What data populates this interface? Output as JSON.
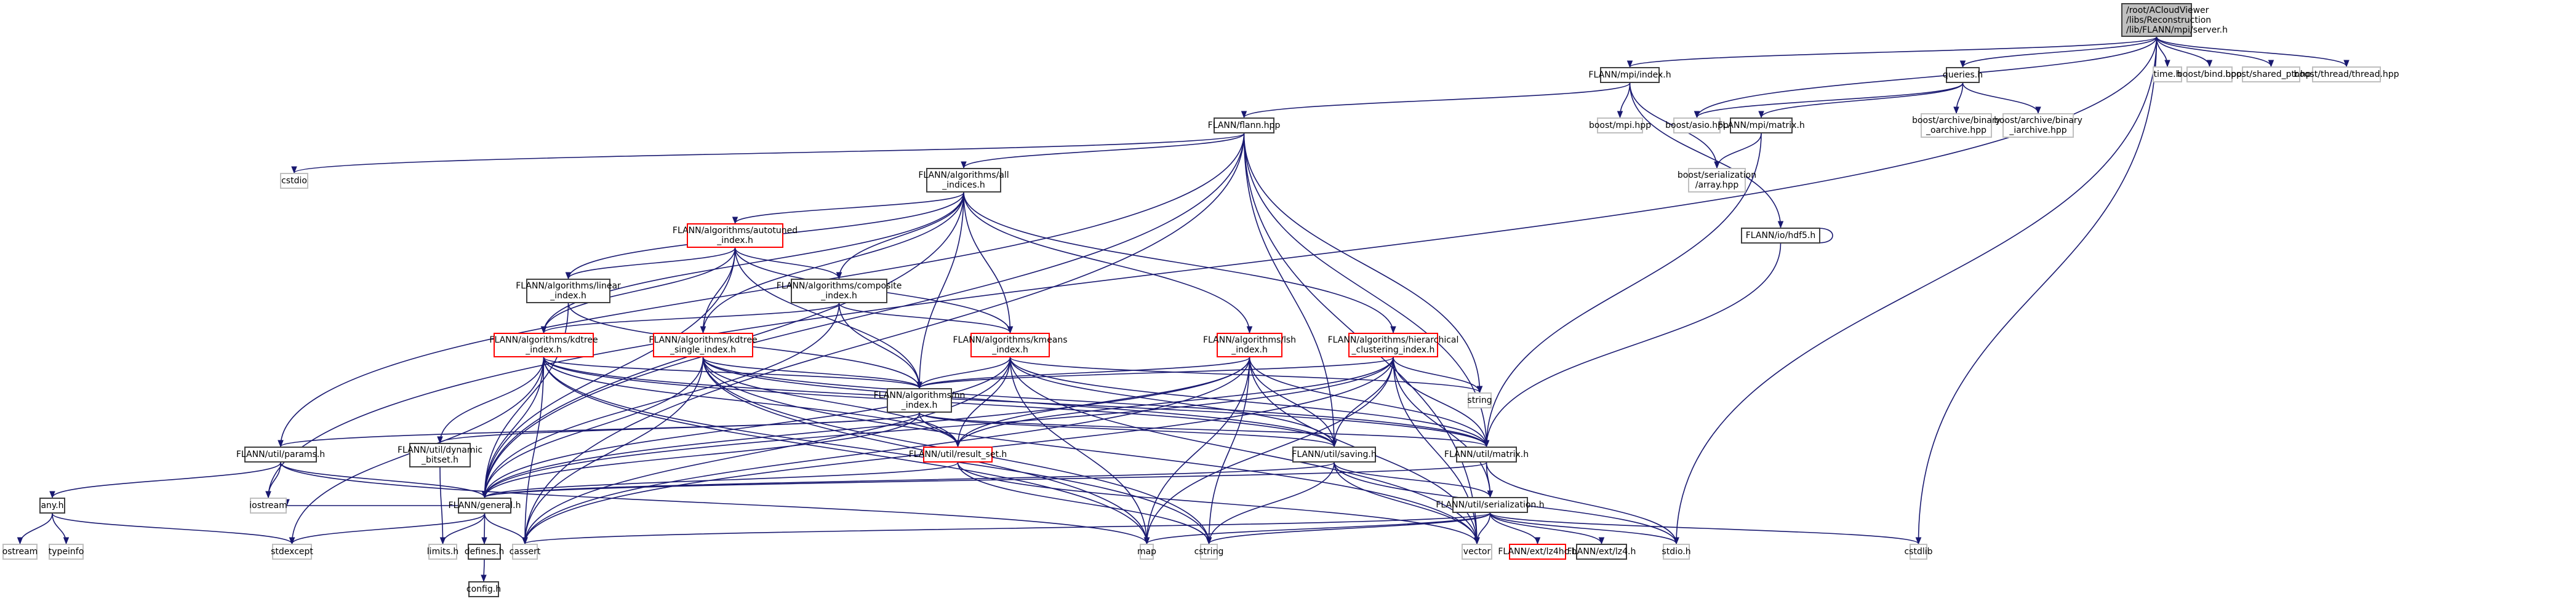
{
  "diagram": {
    "title": "Include dependency graph",
    "colors": {
      "edge": "#191970",
      "root_fill": "#bfbfbf",
      "project_border": "#404040",
      "external_border": "#bfbfbf",
      "incomplete_border": "#ff0000"
    },
    "nodes": [
      {
        "id": "root",
        "label": "/root/ACloudViewer\n/libs/Reconstruction\n/lib/FLANN/mpi/server.h",
        "kind": "root"
      },
      {
        "id": "mpi_index",
        "label": "FLANN/mpi/index.h",
        "kind": "project"
      },
      {
        "id": "queries",
        "label": "queries.h",
        "kind": "project"
      },
      {
        "id": "time_h",
        "label": "time.h",
        "kind": "external"
      },
      {
        "id": "boost_bind",
        "label": "boost/bind.hpp",
        "kind": "external"
      },
      {
        "id": "boost_shared_ptr",
        "label": "boost/shared_ptr.hpp",
        "kind": "external"
      },
      {
        "id": "boost_thread",
        "label": "boost/thread/thread.hpp",
        "kind": "external"
      },
      {
        "id": "boost_mpi",
        "label": "boost/mpi.hpp",
        "kind": "external"
      },
      {
        "id": "boost_asio",
        "label": "boost/asio.hpp",
        "kind": "external"
      },
      {
        "id": "mpi_matrix",
        "label": "FLANN/mpi/matrix.h",
        "kind": "project"
      },
      {
        "id": "boost_oarchive",
        "label": "boost/archive/binary\n_oarchive.hpp",
        "kind": "external"
      },
      {
        "id": "boost_iarchive",
        "label": "boost/archive/binary\n_iarchive.hpp",
        "kind": "external"
      },
      {
        "id": "boost_ser_array",
        "label": "boost/serialization\n/array.hpp",
        "kind": "external"
      },
      {
        "id": "flann_hpp",
        "label": "FLANN/flann.hpp",
        "kind": "project"
      },
      {
        "id": "hdf5",
        "label": "FLANN/io/hdf5.h",
        "kind": "project"
      },
      {
        "id": "cstdio",
        "label": "cstdio",
        "kind": "external"
      },
      {
        "id": "all_indices",
        "label": "FLANN/algorithms/all\n_indices.h",
        "kind": "project"
      },
      {
        "id": "autotuned",
        "label": "FLANN/algorithms/autotuned\n_index.h",
        "kind": "incomplete"
      },
      {
        "id": "linear",
        "label": "FLANN/algorithms/linear\n_index.h",
        "kind": "project"
      },
      {
        "id": "composite",
        "label": "FLANN/algorithms/composite\n_index.h",
        "kind": "project"
      },
      {
        "id": "kdtree",
        "label": "FLANN/algorithms/kdtree\n_index.h",
        "kind": "incomplete"
      },
      {
        "id": "kdtree_single",
        "label": "FLANN/algorithms/kdtree\n_single_index.h",
        "kind": "incomplete"
      },
      {
        "id": "kmeans",
        "label": "FLANN/algorithms/kmeans\n_index.h",
        "kind": "incomplete"
      },
      {
        "id": "lsh",
        "label": "FLANN/algorithms/lsh\n_index.h",
        "kind": "incomplete"
      },
      {
        "id": "hierarchical",
        "label": "FLANN/algorithms/hierarchical\n_clustering_index.h",
        "kind": "incomplete"
      },
      {
        "id": "string",
        "label": "string",
        "kind": "external"
      },
      {
        "id": "nn_index",
        "label": "FLANN/algorithms/nn\n_index.h",
        "kind": "project"
      },
      {
        "id": "params",
        "label": "FLANN/util/params.h",
        "kind": "project"
      },
      {
        "id": "dyn_bitset",
        "label": "FLANN/util/dynamic\n_bitset.h",
        "kind": "project"
      },
      {
        "id": "result_set",
        "label": "FLANN/util/result_set.h",
        "kind": "incomplete"
      },
      {
        "id": "saving",
        "label": "FLANN/util/saving.h",
        "kind": "project"
      },
      {
        "id": "util_matrix",
        "label": "FLANN/util/matrix.h",
        "kind": "project"
      },
      {
        "id": "any_h",
        "label": "any.h",
        "kind": "project"
      },
      {
        "id": "iostream",
        "label": "iostream",
        "kind": "external"
      },
      {
        "id": "general",
        "label": "FLANN/general.h",
        "kind": "project"
      },
      {
        "id": "serialization",
        "label": "FLANN/util/serialization.h",
        "kind": "project"
      },
      {
        "id": "ostream",
        "label": "ostream",
        "kind": "external"
      },
      {
        "id": "typeinfo",
        "label": "typeinfo",
        "kind": "external"
      },
      {
        "id": "stdexcept",
        "label": "stdexcept",
        "kind": "external"
      },
      {
        "id": "limits_h",
        "label": "limits.h",
        "kind": "external"
      },
      {
        "id": "defines",
        "label": "defines.h",
        "kind": "project"
      },
      {
        "id": "cassert",
        "label": "cassert",
        "kind": "external"
      },
      {
        "id": "map",
        "label": "map",
        "kind": "external"
      },
      {
        "id": "cstring",
        "label": "cstring",
        "kind": "external"
      },
      {
        "id": "vector",
        "label": "vector",
        "kind": "external"
      },
      {
        "id": "lz4hc",
        "label": "FLANN/ext/lz4hc.h",
        "kind": "incomplete"
      },
      {
        "id": "lz4",
        "label": "FLANN/ext/lz4.h",
        "kind": "project"
      },
      {
        "id": "stdio_h",
        "label": "stdio.h",
        "kind": "external"
      },
      {
        "id": "cstdlib",
        "label": "cstdlib",
        "kind": "external"
      },
      {
        "id": "config",
        "label": "config.h",
        "kind": "project"
      }
    ],
    "edges": [
      [
        "root",
        "mpi_index"
      ],
      [
        "root",
        "queries"
      ],
      [
        "root",
        "time_h"
      ],
      [
        "root",
        "boost_bind"
      ],
      [
        "root",
        "boost_shared_ptr"
      ],
      [
        "root",
        "boost_thread"
      ],
      [
        "root",
        "boost_asio"
      ],
      [
        "root",
        "iostream"
      ],
      [
        "root",
        "stdio_h"
      ],
      [
        "root",
        "cstdlib"
      ],
      [
        "mpi_index",
        "flann_hpp"
      ],
      [
        "mpi_index",
        "boost_mpi"
      ],
      [
        "mpi_index",
        "boost_ser_array"
      ],
      [
        "mpi_index",
        "hdf5"
      ],
      [
        "queries",
        "boost_asio"
      ],
      [
        "queries",
        "mpi_matrix"
      ],
      [
        "queries",
        "boost_oarchive"
      ],
      [
        "queries",
        "boost_iarchive"
      ],
      [
        "mpi_matrix",
        "boost_ser_array"
      ],
      [
        "mpi_matrix",
        "util_matrix"
      ],
      [
        "hdf5",
        "hdf5"
      ],
      [
        "hdf5",
        "util_matrix"
      ],
      [
        "flann_hpp",
        "cstdio"
      ],
      [
        "flann_hpp",
        "all_indices"
      ],
      [
        "flann_hpp",
        "params"
      ],
      [
        "flann_hpp",
        "general"
      ],
      [
        "flann_hpp",
        "util_matrix"
      ],
      [
        "flann_hpp",
        "saving"
      ],
      [
        "flann_hpp",
        "string"
      ],
      [
        "flann_hpp",
        "cassert"
      ],
      [
        "flann_hpp",
        "vector"
      ],
      [
        "all_indices",
        "autotuned"
      ],
      [
        "all_indices",
        "linear"
      ],
      [
        "all_indices",
        "composite"
      ],
      [
        "all_indices",
        "kdtree"
      ],
      [
        "all_indices",
        "kdtree_single"
      ],
      [
        "all_indices",
        "kmeans"
      ],
      [
        "all_indices",
        "lsh"
      ],
      [
        "all_indices",
        "hierarchical"
      ],
      [
        "all_indices",
        "nn_index"
      ],
      [
        "all_indices",
        "general"
      ],
      [
        "autotuned",
        "linear"
      ],
      [
        "autotuned",
        "composite"
      ],
      [
        "autotuned",
        "kdtree"
      ],
      [
        "autotuned",
        "kdtree_single"
      ],
      [
        "autotuned",
        "kmeans"
      ],
      [
        "autotuned",
        "nn_index"
      ],
      [
        "autotuned",
        "general"
      ],
      [
        "linear",
        "nn_index"
      ],
      [
        "linear",
        "general"
      ],
      [
        "composite",
        "nn_index"
      ],
      [
        "composite",
        "kdtree"
      ],
      [
        "composite",
        "kmeans"
      ],
      [
        "composite",
        "general"
      ],
      [
        "kdtree",
        "nn_index"
      ],
      [
        "kdtree",
        "dyn_bitset"
      ],
      [
        "kdtree",
        "result_set"
      ],
      [
        "kdtree",
        "general"
      ],
      [
        "kdtree",
        "util_matrix"
      ],
      [
        "kdtree",
        "saving"
      ],
      [
        "kdtree",
        "cassert"
      ],
      [
        "kdtree",
        "map"
      ],
      [
        "kdtree",
        "cstring"
      ],
      [
        "kdtree",
        "stdexcept"
      ],
      [
        "kdtree_single",
        "nn_index"
      ],
      [
        "kdtree_single",
        "result_set"
      ],
      [
        "kdtree_single",
        "general"
      ],
      [
        "kdtree_single",
        "util_matrix"
      ],
      [
        "kdtree_single",
        "saving"
      ],
      [
        "kdtree_single",
        "cassert"
      ],
      [
        "kdtree_single",
        "map"
      ],
      [
        "kdtree_single",
        "cstring"
      ],
      [
        "kdtree_single",
        "vector"
      ],
      [
        "kmeans",
        "nn_index"
      ],
      [
        "kmeans",
        "result_set"
      ],
      [
        "kmeans",
        "general"
      ],
      [
        "kmeans",
        "util_matrix"
      ],
      [
        "kmeans",
        "saving"
      ],
      [
        "kmeans",
        "map"
      ],
      [
        "kmeans",
        "cassert"
      ],
      [
        "kmeans",
        "string"
      ],
      [
        "kmeans",
        "vector"
      ],
      [
        "lsh",
        "nn_index"
      ],
      [
        "lsh",
        "result_set"
      ],
      [
        "lsh",
        "general"
      ],
      [
        "lsh",
        "util_matrix"
      ],
      [
        "lsh",
        "saving"
      ],
      [
        "lsh",
        "map"
      ],
      [
        "lsh",
        "cstring"
      ],
      [
        "lsh",
        "vector"
      ],
      [
        "lsh",
        "cassert"
      ],
      [
        "hierarchical",
        "nn_index"
      ],
      [
        "hierarchical",
        "result_set"
      ],
      [
        "hierarchical",
        "general"
      ],
      [
        "hierarchical",
        "util_matrix"
      ],
      [
        "hierarchical",
        "saving"
      ],
      [
        "hierarchical",
        "string"
      ],
      [
        "hierarchical",
        "map"
      ],
      [
        "hierarchical",
        "vector"
      ],
      [
        "hierarchical",
        "cassert"
      ],
      [
        "hierarchical",
        "serialization"
      ],
      [
        "nn_index",
        "general"
      ],
      [
        "nn_index",
        "util_matrix"
      ],
      [
        "nn_index",
        "params"
      ],
      [
        "nn_index",
        "result_set"
      ],
      [
        "nn_index",
        "dyn_bitset"
      ],
      [
        "nn_index",
        "saving"
      ],
      [
        "params",
        "any_h"
      ],
      [
        "params",
        "iostream"
      ],
      [
        "params",
        "general"
      ],
      [
        "params",
        "map"
      ],
      [
        "dyn_bitset",
        "limits_h"
      ],
      [
        "result_set",
        "cstring"
      ],
      [
        "result_set",
        "general"
      ],
      [
        "result_set",
        "vector"
      ],
      [
        "saving",
        "general"
      ],
      [
        "saving",
        "serialization"
      ],
      [
        "saving",
        "cstring"
      ],
      [
        "saving",
        "vector"
      ],
      [
        "saving",
        "stdio_h"
      ],
      [
        "util_matrix",
        "general"
      ],
      [
        "util_matrix",
        "serialization"
      ],
      [
        "util_matrix",
        "stdio_h"
      ],
      [
        "any_h",
        "ostream"
      ],
      [
        "any_h",
        "typeinfo"
      ],
      [
        "any_h",
        "stdexcept"
      ],
      [
        "general",
        "stdexcept"
      ],
      [
        "general",
        "limits_h"
      ],
      [
        "general",
        "defines"
      ],
      [
        "general",
        "cassert"
      ],
      [
        "general",
        "iostream"
      ],
      [
        "defines",
        "config"
      ],
      [
        "serialization",
        "vector"
      ],
      [
        "serialization",
        "lz4hc"
      ],
      [
        "serialization",
        "lz4"
      ],
      [
        "serialization",
        "stdio_h"
      ],
      [
        "serialization",
        "map"
      ],
      [
        "serialization",
        "cstring"
      ],
      [
        "serialization",
        "cstdlib"
      ],
      [
        "serialization",
        "cassert"
      ]
    ]
  }
}
